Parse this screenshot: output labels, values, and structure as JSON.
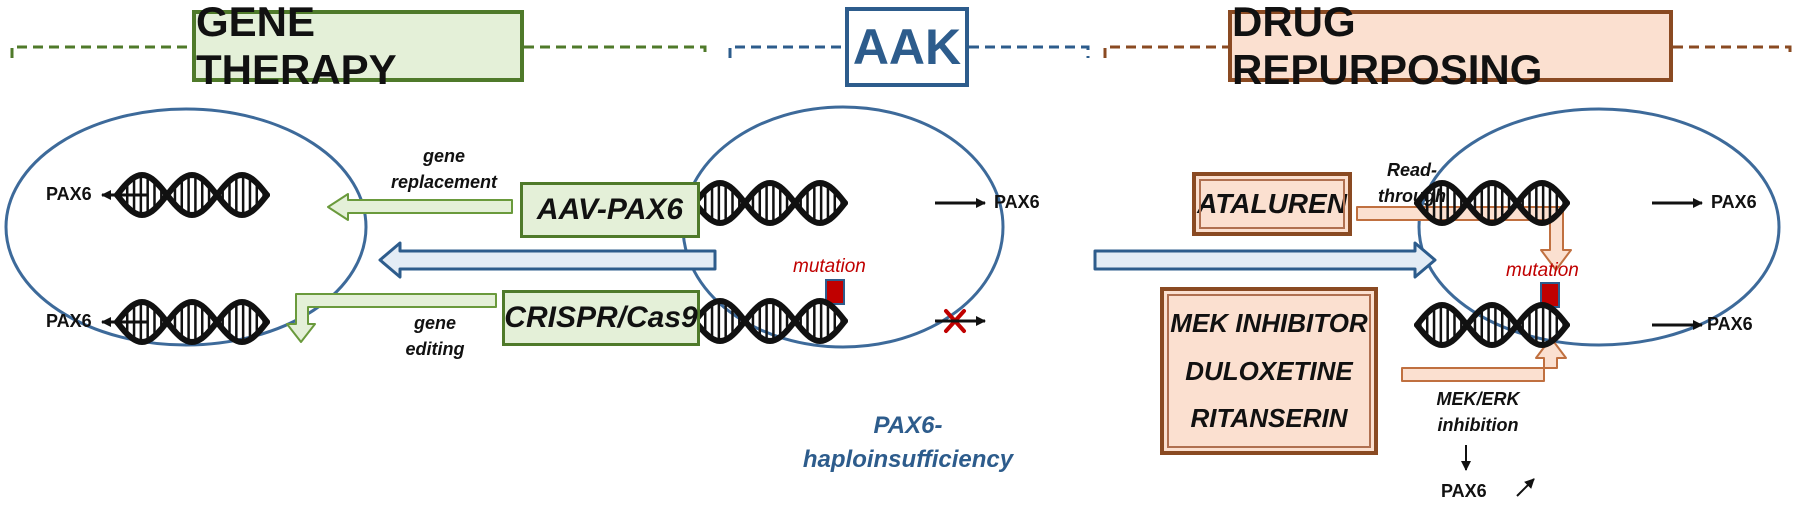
{
  "sections": {
    "gene_therapy": {
      "title": "GENE THERAPY",
      "color": "#4f7a2a"
    },
    "aak": {
      "title": "AAK",
      "color": "#2d5c8c"
    },
    "drug_repurposing": {
      "title": "DRUG REPURPOSING",
      "color": "#8a4a22"
    }
  },
  "gene_therapy": {
    "treatments": [
      "AAV-PAX6",
      "CRISPR/Cas9"
    ],
    "mechanisms": {
      "replacement": [
        "gene",
        "replacement"
      ],
      "editing": [
        "gene",
        "editing"
      ]
    },
    "gene_label": "PAX6"
  },
  "aak": {
    "gene_label": "PAX6",
    "mutation_label": "mutation",
    "caption": [
      "PAX6-",
      "haploinsufficiency"
    ]
  },
  "drug_repurposing": {
    "readthrough_drug": "ATALUREN",
    "readthrough_label": [
      "Read-",
      "through"
    ],
    "drugs": [
      "MEK INHIBITOR",
      "DULOXETINE",
      "RITANSERIN"
    ],
    "pathway_label": [
      "MEK/ERK",
      "inhibition"
    ],
    "gene_label": "PAX6",
    "mutation_label": "mutation"
  },
  "icons": [
    "dna-helix-icon",
    "mutation-marker-icon",
    "blocked-x-icon",
    "arrow-icon"
  ],
  "colors": {
    "ellipse_stroke": "#3d6a9a",
    "green_fill": "#e4f0d8",
    "orange_fill": "#fbe0d0",
    "blue_arrow_fill": "#e3ecf5",
    "mutation_red": "#c00000"
  }
}
